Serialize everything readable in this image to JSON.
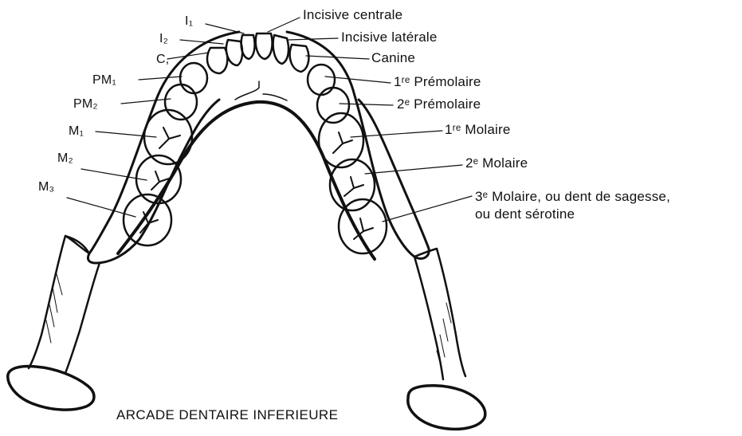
{
  "diagram": {
    "caption": "ARCADE DENTAIRE INFERIEURE",
    "left_labels": {
      "i1": "I₁",
      "i2": "I₂",
      "c": "C,",
      "pm1": "PM₁",
      "pm2": "PM₂",
      "m1": "M₁",
      "m2": "M₂",
      "m3": "M₃"
    },
    "right_labels": {
      "incisive_centrale": "Incisive centrale",
      "incisive_laterale": "Incisive latérale",
      "canine": "Canine",
      "premolaire_1": "1ʳᵉ Prémolaire",
      "premolaire_2": "2ᵉ Prémolaire",
      "molaire_1": "1ʳᵉ Molaire",
      "molaire_2": "2ᵉ Molaire",
      "molaire_3_line1": "3ᵉ Molaire, ou dent de sagesse,",
      "molaire_3_line2": "ou dent sérotine"
    },
    "colors": {
      "ink": "#111111",
      "background": "#ffffff"
    }
  }
}
